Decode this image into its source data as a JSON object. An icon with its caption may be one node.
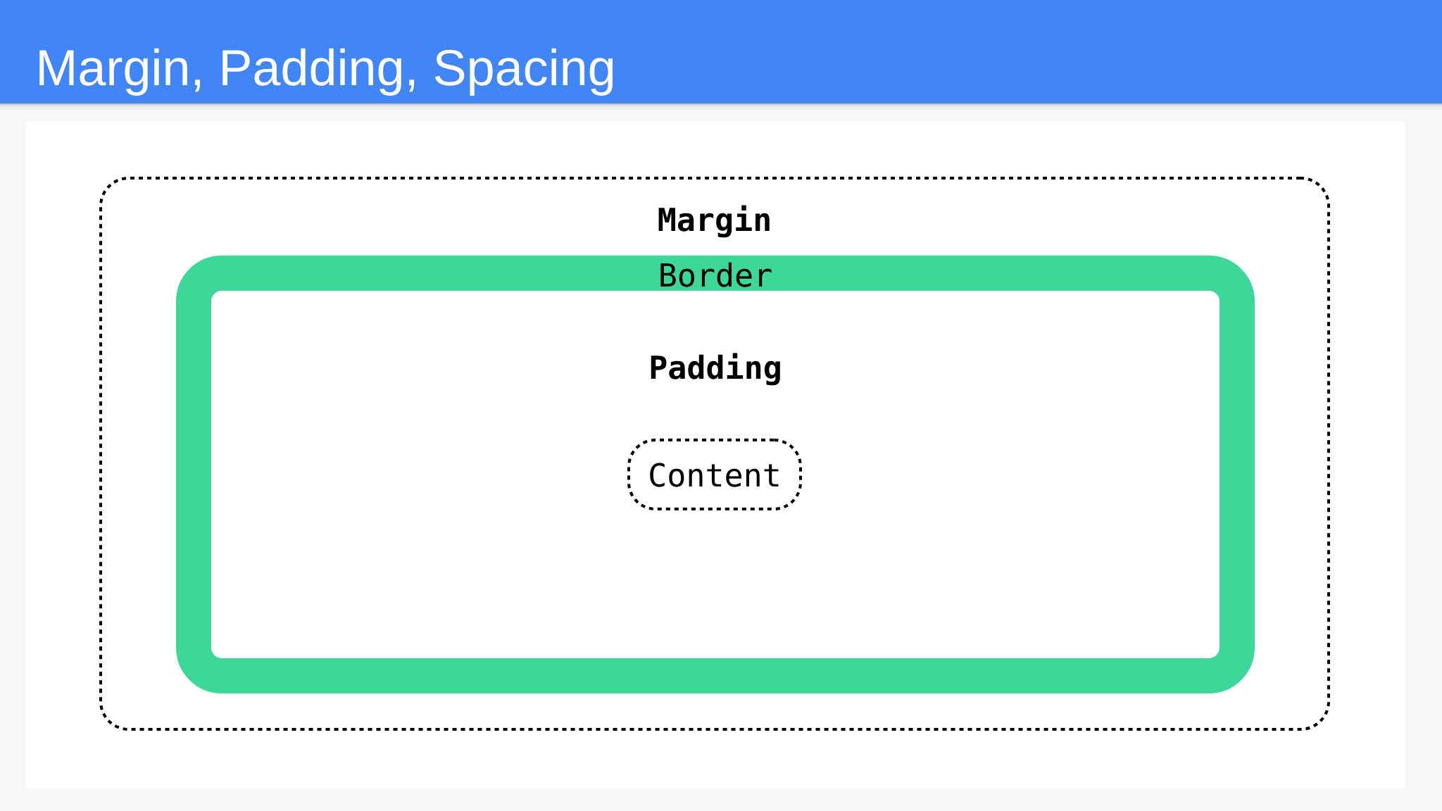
{
  "diagram": {
    "title": "Margin, Padding, Spacing",
    "nodes": [
      {
        "text": [
          "Margin"
        ]
      },
      {
        "text": [
          "Border"
        ],
        "in": 0
      },
      {
        "text": [
          "Padding"
        ],
        "in": 1
      },
      {
        "text": [
          "Content"
        ],
        "in": 2
      }
    ]
  }
}
